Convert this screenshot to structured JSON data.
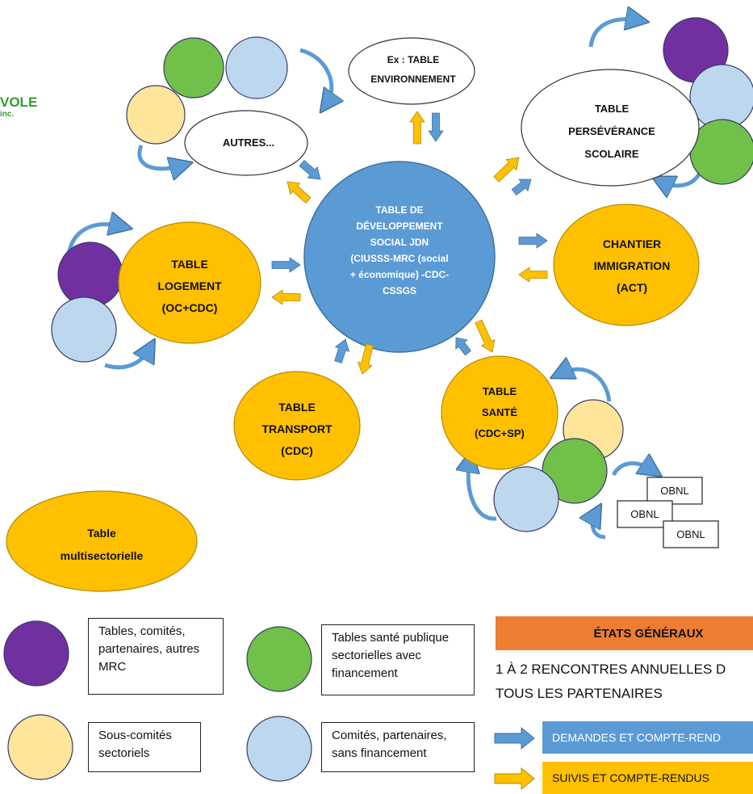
{
  "logo": {
    "line1": "VOLE",
    "line2": "inc."
  },
  "nodes": {
    "center": [
      "TABLE DE",
      "DÉVELOPPEMENT",
      "SOCIAL JDN",
      "(CIUSSS-MRC (social",
      "+ économique) -CDC-",
      "CSSGS"
    ],
    "environnement": [
      "Ex : TABLE",
      "ENVIRONNEMENT"
    ],
    "autres": [
      "AUTRES..."
    ],
    "perseverance": [
      "TABLE",
      "PERSÉVÉRANCE",
      "SCOLAIRE"
    ],
    "logement": [
      "TABLE",
      "LOGEMENT",
      "(OC+CDC)"
    ],
    "immigration": [
      "CHANTIER",
      "IMMIGRATION",
      "(ACT)"
    ],
    "transport": [
      "TABLE",
      "TRANSPORT",
      "(CDC)"
    ],
    "sante": [
      "TABLE",
      "SANTÉ",
      "(CDC+SP)"
    ],
    "multisectorielle": [
      "Table",
      "multisectorielle"
    ],
    "obnl": [
      "OBNL",
      "OBNL",
      "OBNL"
    ]
  },
  "legend": {
    "purple": "Tables, comités, partenaires, autres MRC",
    "green": "Tables santé publique sectorielles avec financement",
    "beige": "Sous-comités sectoriels",
    "lightblue": "Comités, partenaires, sans financement"
  },
  "etats": {
    "title": "ÉTATS GÉNÉRAUX",
    "line1": "1 À 2 RENCONTRES ANNUELLES D",
    "line2": "TOUS LES PARTENAIRES"
  },
  "keys": {
    "blue": "DEMANDES ET COMPTE-REND",
    "yellow": "SUIVIS ET COMPTE-RENDUS"
  },
  "colors": {
    "orange_node": "#ffc000",
    "center_blue": "#5b9bd5",
    "purple": "#7030a0",
    "green": "#70c04a",
    "beige": "#ffe599",
    "light_blue": "#bdd7ee",
    "header_orange": "#ed7d31",
    "arrow_blue": "#5b9bd5",
    "arrow_yellow": "#ffc000"
  }
}
